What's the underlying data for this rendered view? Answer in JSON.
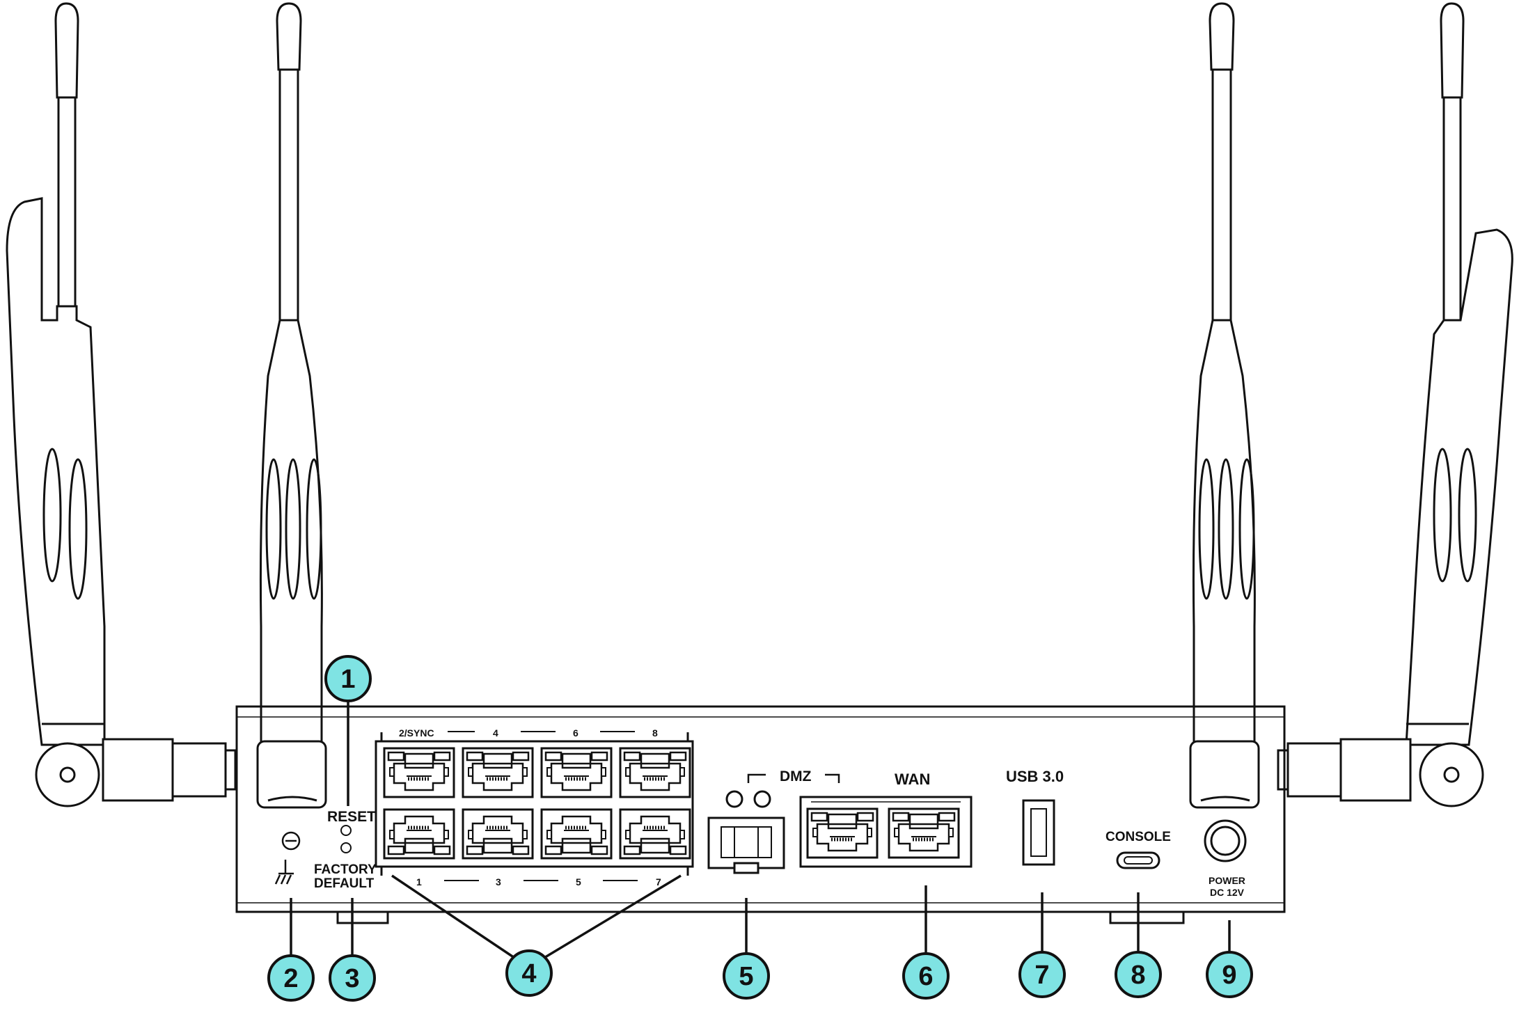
{
  "colors": {
    "outline": "#111111",
    "callout_fill": "#7fe3e3",
    "background": "#ffffff"
  },
  "icons": {
    "ground": "ground-icon"
  },
  "labels": {
    "reset": "RESET",
    "factory_line1": "FACTORY",
    "factory_line2": "DEFAULT",
    "port_top": [
      "2/SYNC",
      "4",
      "6",
      "8"
    ],
    "port_bottom": [
      "1",
      "3",
      "5",
      "7"
    ],
    "dmz": "DMZ",
    "wan": "WAN",
    "usb": "USB 3.0",
    "console": "CONSOLE",
    "power_line1": "POWER",
    "power_line2": "DC 12V"
  },
  "callouts": [
    "1",
    "2",
    "3",
    "4",
    "5",
    "6",
    "7",
    "8",
    "9"
  ]
}
